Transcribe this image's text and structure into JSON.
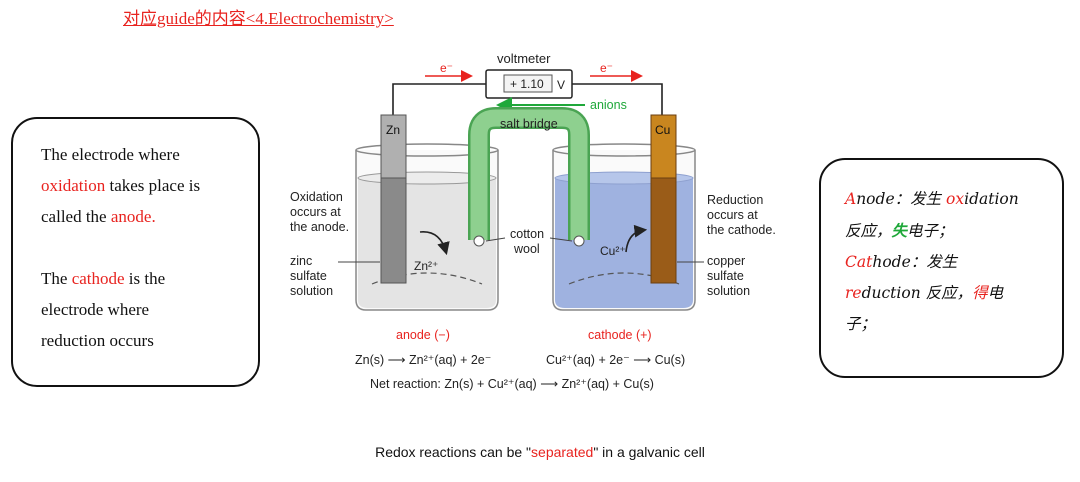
{
  "title": "对应guide的内容<4.Electrochemistry>",
  "left_box": {
    "p1_a": "The electrode where",
    "p1_b": "oxidation",
    "p1_c": " takes place is",
    "p1_d": "called the ",
    "p1_e": "anode",
    "p1_f": ".",
    "p2_a": "The ",
    "p2_b": "cathode",
    "p2_c": " is the",
    "p2_d": "electrode where",
    "p2_e": "reduction occurs"
  },
  "right_box": {
    "l1_a": "A",
    "l1_b": "node：发生 ",
    "l1_c": "ox",
    "l1_d": "idation",
    "l2_a": "反应，",
    "l2_b": "失",
    "l2_c": "电子；",
    "l3_a": "Cat",
    "l3_b": "hode：发生",
    "l4_a": "re",
    "l4_b": "duction 反应，",
    "l4_c": "得",
    "l4_d": "电",
    "l5": "子；"
  },
  "diagram": {
    "voltmeter": "voltmeter",
    "reading": "+ 1.10",
    "unit": "V",
    "e_left": "e⁻",
    "e_right": "e⁻",
    "anions": "anions",
    "salt_bridge": "salt bridge",
    "zn": "Zn",
    "cu": "Cu",
    "ox_1": "Oxidation",
    "ox_2": "occurs at",
    "ox_3": "the anode.",
    "red_1": "Reduction",
    "red_2": "occurs at",
    "red_3": "the cathode.",
    "zinc_1": "zinc",
    "zinc_2": "sulfate",
    "zinc_3": "solution",
    "copper_1": "copper",
    "copper_2": "sulfate",
    "copper_3": "solution",
    "cotton_1": "cotton",
    "cotton_2": "wool",
    "zn_ion": "Zn²⁺",
    "cu_ion": "Cu²⁺",
    "anode_label": "anode (−)",
    "cathode_label": "cathode (+)",
    "eq_left": "Zn(s) ⟶ Zn²⁺(aq) + 2e⁻",
    "eq_right": "Cu²⁺(aq) + 2e⁻ ⟶ Cu(s)",
    "net": "Net reaction: Zn(s) + Cu²⁺(aq) ⟶ Zn²⁺(aq) + Cu(s)"
  },
  "caption": {
    "a": "Redox reactions can be \"",
    "b": "separated",
    "c": "\" in a galvanic cell"
  },
  "colors": {
    "accent_red": "#e8231f",
    "green": "#1fa83a",
    "salt_bridge": "#7cc47e",
    "copper_solution": "#9fb2e0",
    "copper_electrode": "#b8761f",
    "zinc_electrode": "#8a8a8a"
  }
}
